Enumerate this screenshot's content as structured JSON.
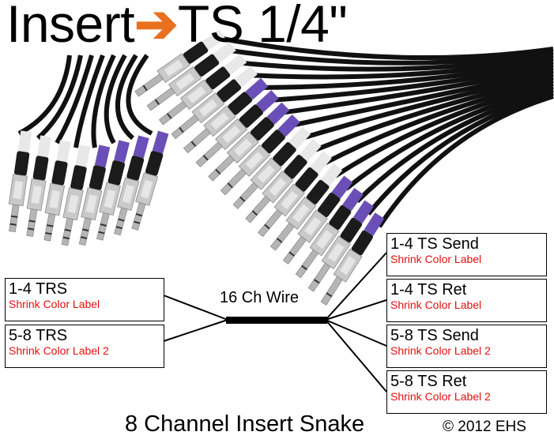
{
  "title": {
    "left": "Insert",
    "arrow": "➔",
    "right": "TS 1/4\""
  },
  "left_boxes": [
    {
      "main": "1-4 TRS",
      "sub": "Shrink Color Label"
    },
    {
      "main": "5-8 TRS",
      "sub": "Shrink Color Label 2"
    }
  ],
  "right_boxes": [
    {
      "main": "1-4 TS Send",
      "sub": "Shrink Color Label"
    },
    {
      "main": "1-4 TS Ret",
      "sub": "Shrink Color Label"
    },
    {
      "main": "5-8 TS Send",
      "sub": "Shrink Color Label 2"
    },
    {
      "main": "5-8 TS Ret",
      "sub": "Shrink Color Label 2"
    }
  ],
  "wire_label": "16 Ch Wire",
  "footer": "8 Channel Insert Snake",
  "copyright": "© 2012 EHS",
  "colors": {
    "arrow": "#e8701f",
    "label_red": "#e01010",
    "shrink_purple": "#6b4fb8",
    "shrink_white": "#e8e8e8",
    "metal": "#c9c9c9"
  }
}
